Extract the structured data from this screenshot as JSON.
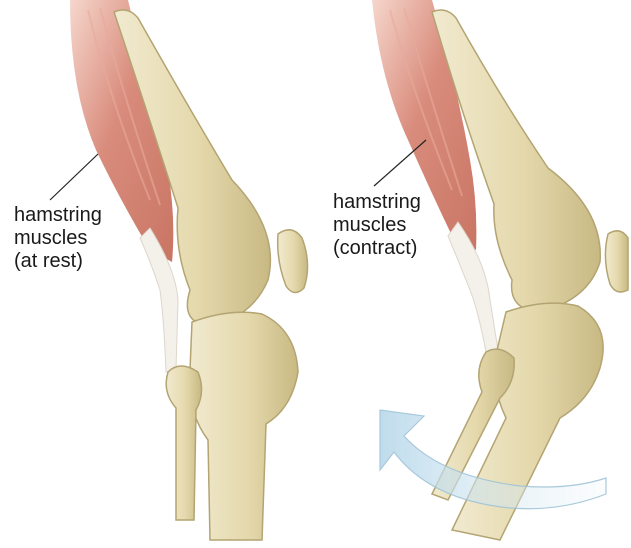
{
  "left_panel": {
    "label_lines": [
      "hamstring",
      "muscles",
      "(at rest)"
    ]
  },
  "right_panel": {
    "label_lines": [
      "hamstring",
      "muscles",
      "(contract)"
    ]
  },
  "colors": {
    "bone": "#e8deb4",
    "bone_shadow": "#c6b785",
    "bone_outline": "#b3a472",
    "muscle": "#d98c7c",
    "muscle_light": "#f2c8bb",
    "tendon": "#f4f0ea",
    "arrow": "#c9e1ee",
    "arrow_outline": "#9fc4d8",
    "leader_line": "#222222"
  },
  "icons": {
    "left_knee": "knee-joint-extended",
    "right_knee": "knee-joint-flexed",
    "arrow": "curved-flexion-arrow"
  }
}
